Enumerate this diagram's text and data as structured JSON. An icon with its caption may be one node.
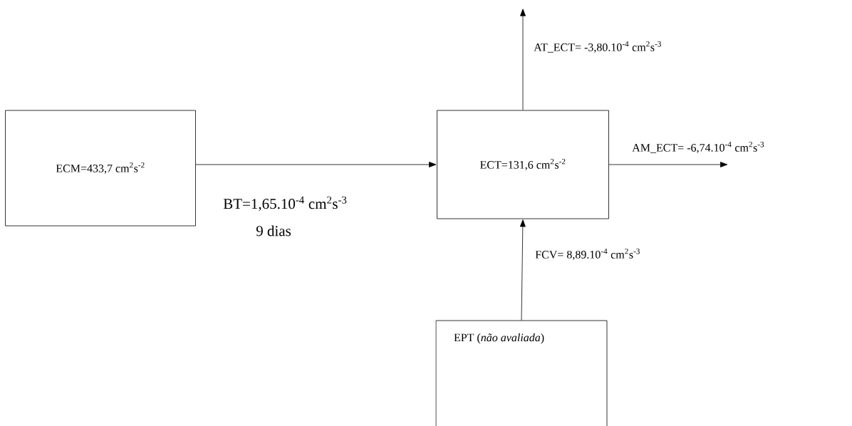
{
  "diagram": {
    "nodes": [
      {
        "text": [
          "ECM=433,7 cm$^{2}$s$^{-2}$"
        ]
      },
      {
        "text": [
          "ECT=131,6 cm$^{2}$s$^{-2}$"
        ]
      },
      {
        "text": [
          "EPT (*não avaliada*)"
        ]
      }
    ],
    "edges": [
      {
        "from": 0,
        "to": 1,
        "arrow": "to",
        "label": "BT=1,65.10$^{-4}$ cm$^{2}$s$^{-3}$"
      },
      {
        "from": 1,
        "to": null,
        "arrow": "to",
        "label": "AT_ECT= -3,80.10$^{-4}$ cm$^{2}$s$^{-3}$"
      },
      {
        "from": 1,
        "to": null,
        "arrow": "to",
        "label": "AM_ECT= -6,74.10$^{-4}$ cm$^{2}$s$^{-3}$"
      },
      {
        "from": 2,
        "to": 1,
        "arrow": "to",
        "label": "FCV= 8,89.10$^{-4}$ cm$^{2}$s$^{-3}$"
      }
    ],
    "labels": [
      "9 dias"
    ]
  }
}
